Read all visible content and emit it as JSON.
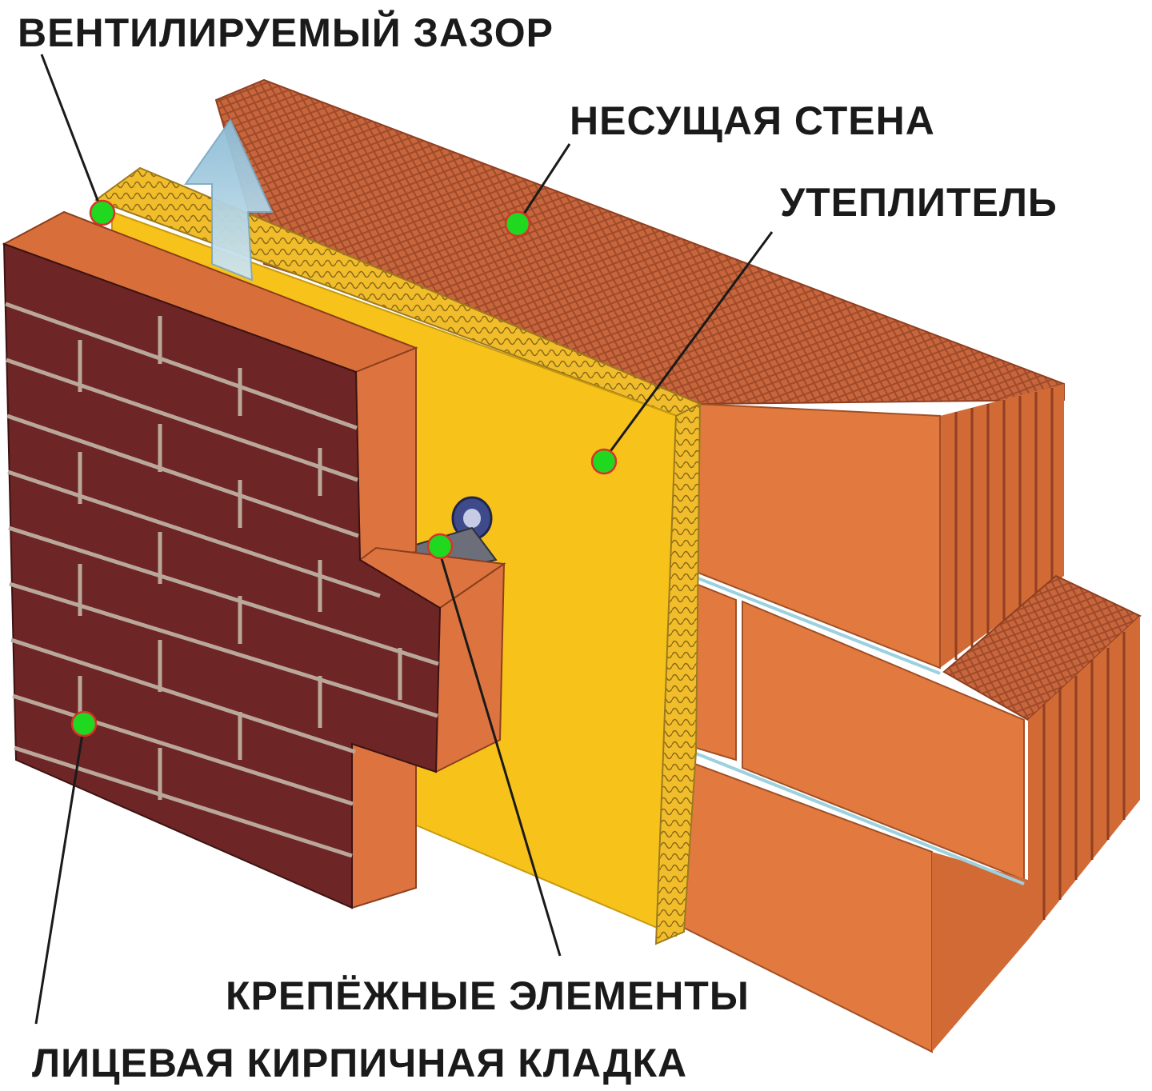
{
  "labels": {
    "ventilated_gap": "ВЕНТИЛИРУЕМЫЙ ЗАЗОР",
    "load_bearing_wall": "НЕСУЩАЯ СТЕНА",
    "insulation": "УТЕПЛИТЕЛЬ",
    "fasteners": "КРЕПЁЖНЫЕ ЭЛЕМЕНТЫ",
    "facing_brickwork": "ЛИЦЕВАЯ КИРПИЧНАЯ КЛАДКА"
  },
  "colors": {
    "insulation_yellow": "#f7c31a",
    "block_orange": "#e27a3f",
    "facing_brick": "#6e2525",
    "mortar": "#b9a79a",
    "marker_green": "#1fd81f",
    "air_arrow": "#a9cfe3"
  }
}
